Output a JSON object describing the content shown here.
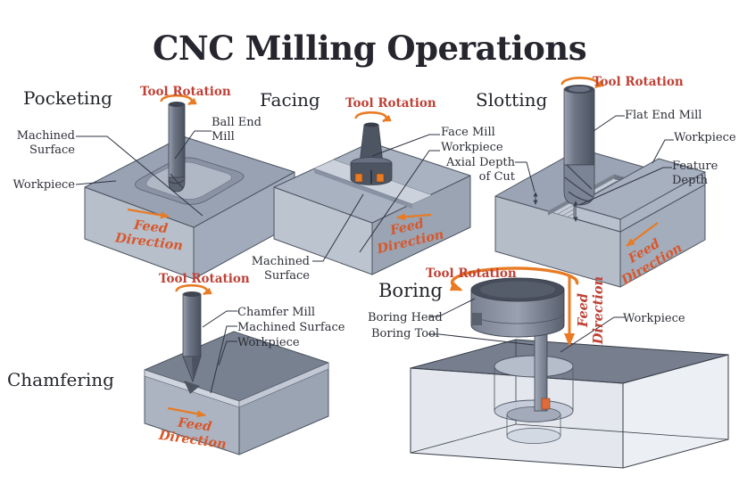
{
  "title": "CNC Milling Operations",
  "colors": {
    "accent_red": "#bf4136",
    "accent_orange": "#e87b24",
    "feed_text_orange": "#d8572b",
    "ink": "#2d2f38",
    "block_gray": "#a6afbe"
  },
  "operations": {
    "pocketing": {
      "name": "Pocketing",
      "tool_rotation": "Tool Rotation",
      "tool": "Ball End Mill",
      "machined_surface": "Machined Surface",
      "workpiece": "Workpiece",
      "feed_direction": "Feed Direction"
    },
    "facing": {
      "name": "Facing",
      "tool_rotation": "Tool Rotation",
      "tool": "Face Mill",
      "workpiece": "Workpiece",
      "machined_surface": "Machined Surface",
      "feed_direction": "Feed Direction"
    },
    "slotting": {
      "name": "Slotting",
      "tool_rotation": "Tool Rotation",
      "tool": "Flat End Mill",
      "workpiece": "Workpiece",
      "axial_depth_of_cut": "Axial Depth of Cut",
      "feature_depth": "Feature Depth",
      "feed_direction": "Feed Direction"
    },
    "chamfering": {
      "name": "Chamfering",
      "tool_rotation": "Tool Rotation",
      "tool": "Chamfer Mill",
      "machined_surface": "Machined Surface",
      "workpiece": "Workpiece",
      "feed_direction": "Feed Direction"
    },
    "boring": {
      "name": "Boring",
      "tool_rotation": "Tool Rotation",
      "boring_head": "Boring Head",
      "boring_tool": "Boring Tool",
      "workpiece": "Workpiece",
      "feed_direction": "Feed Direction"
    }
  }
}
